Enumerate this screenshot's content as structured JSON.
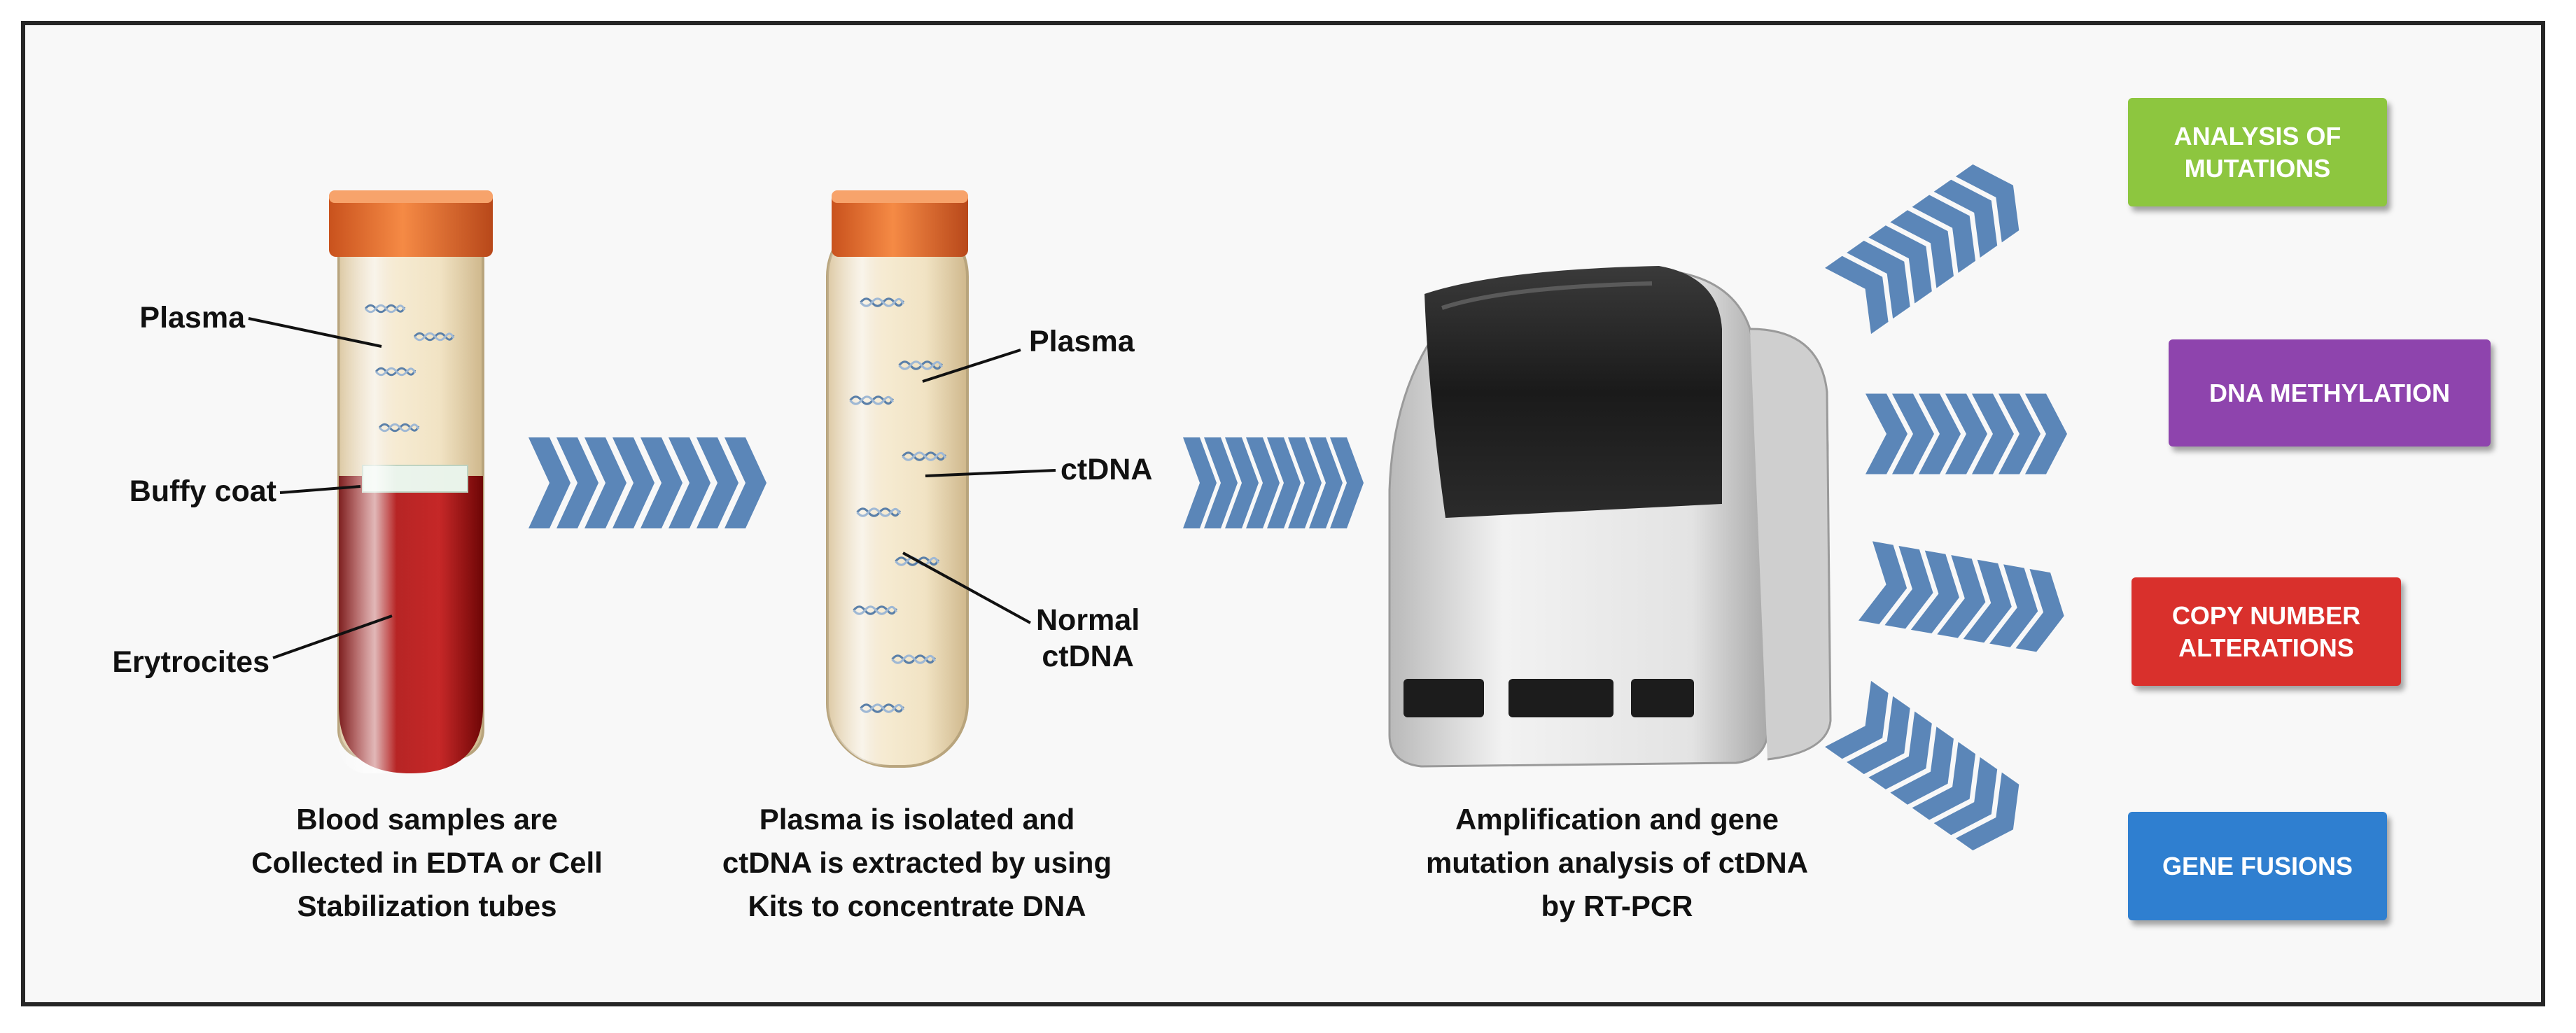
{
  "tube1": {
    "labels": {
      "plasma": "Plasma",
      "buffy_coat": "Buffy coat",
      "erythrocites": "Erytrocites"
    },
    "caption": [
      "Blood samples are",
      "Collected in EDTA or Cell",
      "Stabilization tubes"
    ]
  },
  "tube2": {
    "labels": {
      "plasma": "Plasma",
      "ctdna": "ctDNA",
      "normal_ctdna": [
        "Normal",
        "ctDNA"
      ]
    },
    "caption": [
      "Plasma is isolated and",
      "ctDNA is extracted by using",
      "Kits to concentrate DNA"
    ]
  },
  "machine": {
    "caption": [
      "Amplification and gene",
      "mutation analysis of ctDNA",
      "by RT-PCR"
    ]
  },
  "outputs": [
    {
      "lines": [
        "ANALYSIS OF",
        "MUTATIONS"
      ],
      "color": "#8dc63f"
    },
    {
      "lines": [
        "DNA METHYLATION"
      ],
      "color": "#8e44ad"
    },
    {
      "lines": [
        "COPY NUMBER",
        "ALTERATIONS"
      ],
      "color": "#d9302c"
    },
    {
      "lines": [
        "GENE FUSIONS"
      ],
      "color": "#2f7fd0"
    }
  ],
  "colors": {
    "chevron": "#5b86b8",
    "cap": "#e8692a",
    "blood": "#a31212",
    "frame": "#262626"
  }
}
